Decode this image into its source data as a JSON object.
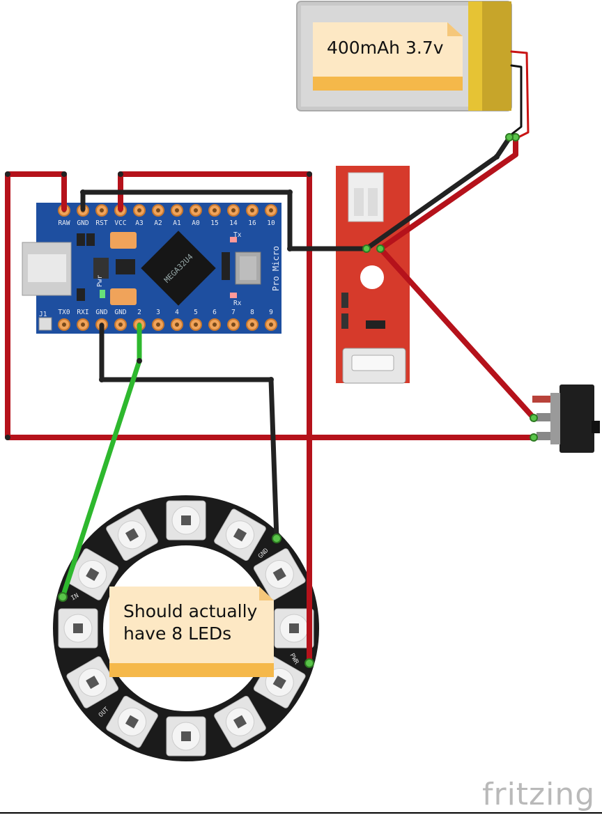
{
  "notes": {
    "battery_label": "400mAh 3.7v",
    "led_note_line1": "Should actually",
    "led_note_line2": "have 8 LEDs"
  },
  "pro_micro": {
    "top_pins": [
      "RAW",
      "GND",
      "RST",
      "VCC",
      "A3",
      "A2",
      "A1",
      "A0",
      "15",
      "14",
      "16",
      "10"
    ],
    "bottom_pins": [
      "TX0",
      "RXI",
      "GND",
      "GND",
      "2",
      "3",
      "4",
      "5",
      "6",
      "7",
      "8",
      "9"
    ],
    "chip": "MEGA32U4",
    "board_name": "Pro Micro",
    "tx": "Tx",
    "rx": "Rx",
    "pwr": "Pwr",
    "j1": "J1"
  },
  "ring": {
    "labels": {
      "gnd": "GND",
      "in": "IN",
      "pwr": "PWR",
      "out": "OUT"
    }
  },
  "brand": "fritzing",
  "colors": {
    "wire_red": "#b5121b",
    "wire_black": "#222222",
    "wire_green": "#2eb82e",
    "board_blue": "#1e4fa0",
    "charger_red": "#d63a2b",
    "note_fill": "#fde8c4",
    "note_band": "#f5b84a"
  }
}
